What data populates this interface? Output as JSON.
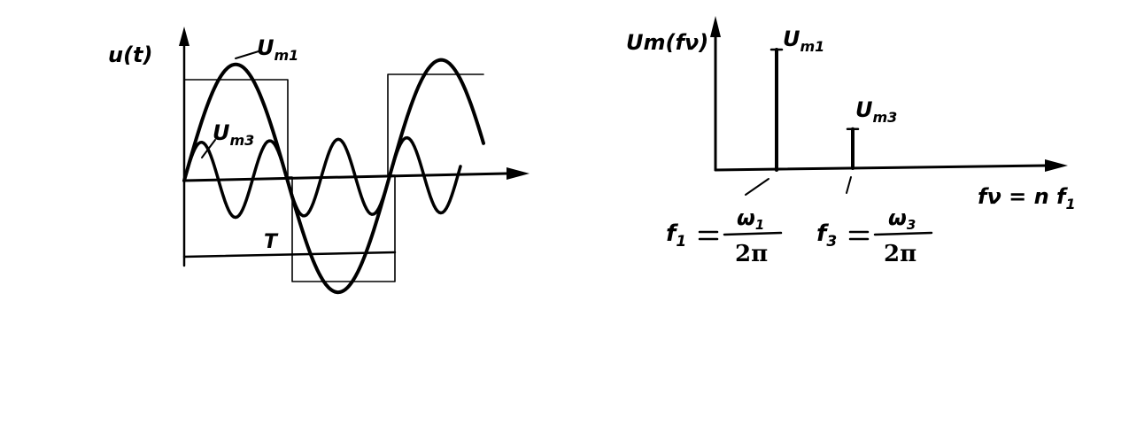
{
  "waveform": {
    "y_label": "u(t)",
    "fundamental_label": {
      "main": "U",
      "sub": "m1"
    },
    "third_label": {
      "main": "U",
      "sub": "m3"
    },
    "period_label": "T"
  },
  "spectrum": {
    "y_label": "Um(fν)",
    "x_label": {
      "main": "fν = n f",
      "sub": "1"
    },
    "lines": [
      {
        "name": "U",
        "sub": "m1",
        "relative_amplitude": 1.0
      },
      {
        "name": "U",
        "sub": "m3",
        "relative_amplitude": 0.33
      }
    ],
    "f1_formula": {
      "lhs": "f",
      "lhs_sub": "1",
      "num": "ω",
      "num_sub": "1",
      "den": "2π"
    },
    "f3_formula": {
      "lhs": "f",
      "lhs_sub": "3",
      "num": "ω",
      "num_sub": "3",
      "den": "2π"
    }
  }
}
